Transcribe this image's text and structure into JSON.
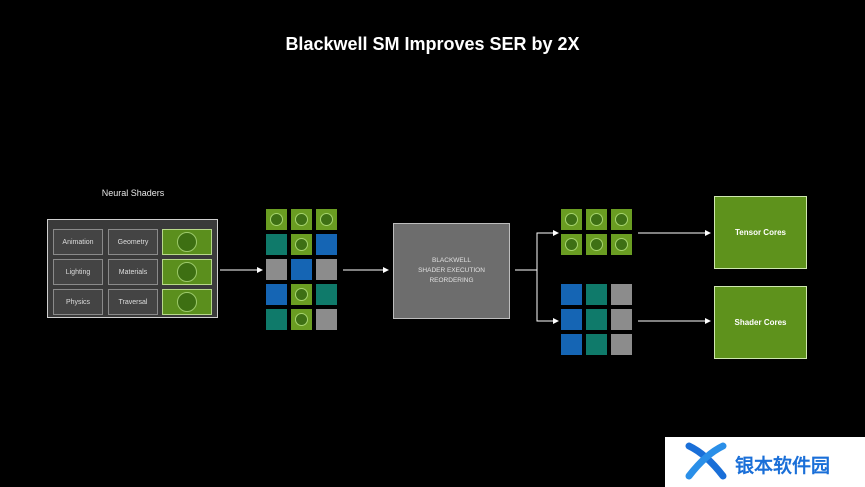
{
  "title": "Blackwell SM Improves SER by 2X",
  "neural_shaders": {
    "label": "Neural Shaders",
    "rows": [
      [
        "Animation",
        "Geometry"
      ],
      [
        "Lighting",
        "Materials"
      ],
      [
        "Physics",
        "Traversal"
      ]
    ]
  },
  "input_grid_colors": [
    [
      "green",
      "green",
      "green"
    ],
    [
      "teal",
      "green",
      "blue"
    ],
    [
      "gray",
      "blue",
      "gray"
    ],
    [
      "blue",
      "green",
      "teal"
    ],
    [
      "teal",
      "green",
      "gray"
    ]
  ],
  "center_box": {
    "line1": "BLACKWELL",
    "line2": "SHADER EXECUTION",
    "line3": "REORDERING"
  },
  "output_top_grid_colors": [
    [
      "green",
      "green",
      "green"
    ],
    [
      "green",
      "green",
      "green"
    ]
  ],
  "output_bottom_grid_colors": [
    [
      "blue",
      "teal",
      "gray"
    ],
    [
      "blue",
      "teal",
      "gray"
    ],
    [
      "blue",
      "teal",
      "gray"
    ]
  ],
  "outputs": {
    "tensor": "Tensor Cores",
    "shader": "Shader Cores"
  },
  "colors": {
    "green": "#6a9d22",
    "teal": "#0f7a6a",
    "blue": "#1565b4",
    "gray": "#8c8c8c",
    "arrow": "#ffffff"
  },
  "watermark": {
    "text": "银本软件园",
    "icon": "x-logo-icon"
  }
}
